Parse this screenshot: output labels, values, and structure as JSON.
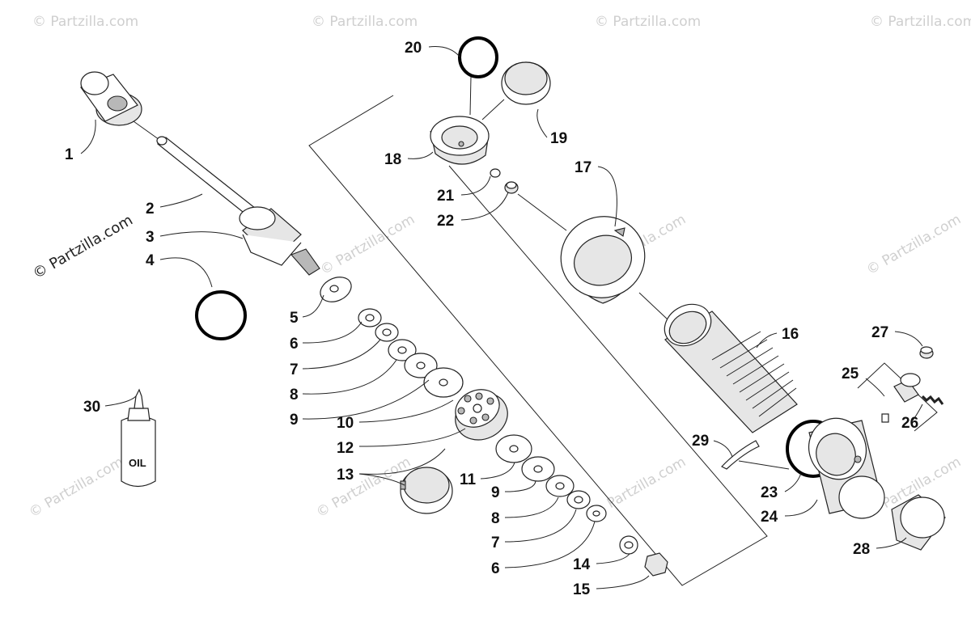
{
  "watermarks": {
    "text": "© Partzilla.com",
    "side_text": "© Partzilla.com"
  },
  "bottle": {
    "label": "OIL"
  },
  "callouts": {
    "c1": "1",
    "c2": "2",
    "c3": "3",
    "c4": "4",
    "c5": "5",
    "c6a": "6",
    "c7a": "7",
    "c8a": "8",
    "c9a": "9",
    "c10": "10",
    "c11": "11",
    "c12": "12",
    "c13": "13",
    "c9b": "9",
    "c8b": "8",
    "c7b": "7",
    "c6b": "6",
    "c14": "14",
    "c15": "15",
    "c16": "16",
    "c17": "17",
    "c18": "18",
    "c19": "19",
    "c20": "20",
    "c21": "21",
    "c22": "22",
    "c23": "23",
    "c24": "24",
    "c25": "25",
    "c26": "26",
    "c27": "27",
    "c28": "28",
    "c29": "29",
    "c30": "30"
  },
  "colors": {
    "line": "#222222",
    "ring": "#000000",
    "watermark": "#cfcfcf"
  }
}
